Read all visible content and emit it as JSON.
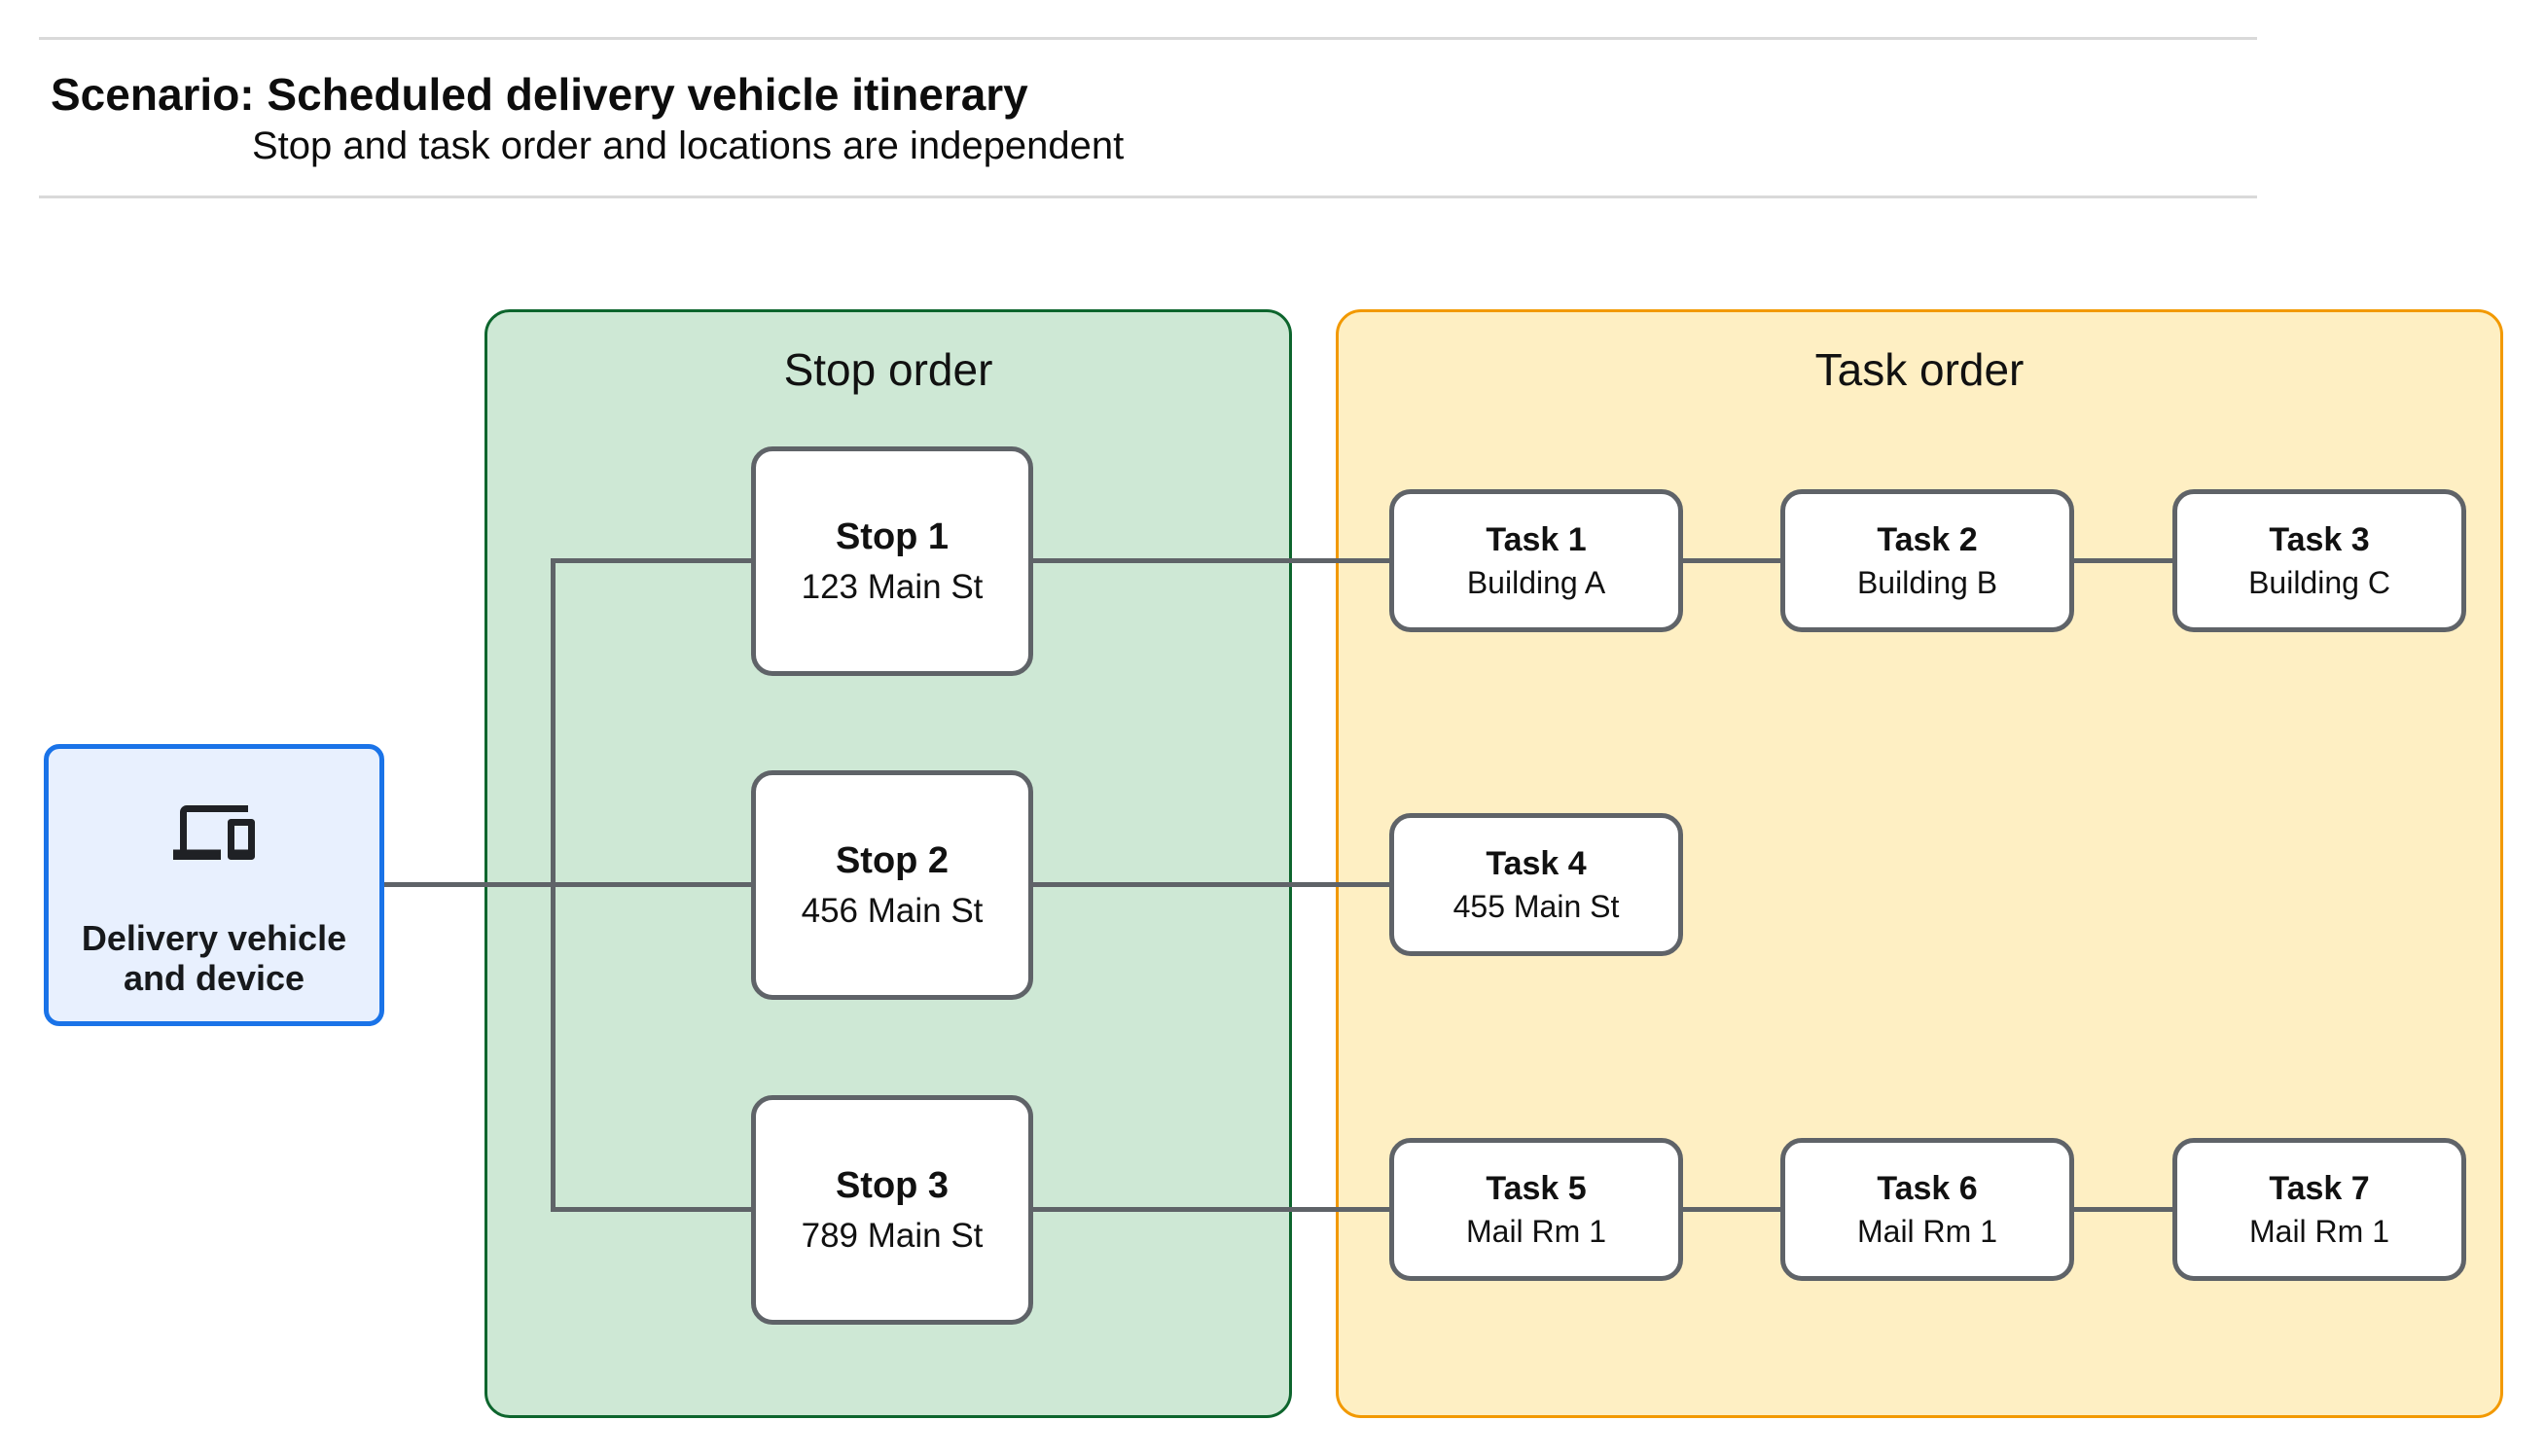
{
  "header": {
    "title": "Scenario: Scheduled delivery vehicle itinerary",
    "subtitle": "Stop and task order and locations are independent"
  },
  "vehicle_node": {
    "icon": "devices-icon",
    "label_line1": "Delivery vehicle",
    "label_line2": "and device"
  },
  "panels": [
    {
      "title": "Stop order",
      "fill": "#cee8d5",
      "border_color": "#0d652d"
    },
    {
      "title": "Task order",
      "fill": "#feefc3",
      "border_color": "#f29900"
    }
  ],
  "stops": [
    {
      "title": "Stop 1",
      "location": "123 Main St"
    },
    {
      "title": "Stop 2",
      "location": "456 Main St"
    },
    {
      "title": "Stop 3",
      "location": "789 Main St"
    }
  ],
  "tasks": [
    {
      "title": "Task 1",
      "location": "Building A"
    },
    {
      "title": "Task 2",
      "location": "Building B"
    },
    {
      "title": "Task 3",
      "location": "Building C"
    },
    {
      "title": "Task 4",
      "location": "455 Main St"
    },
    {
      "title": "Task 5",
      "location": "Mail Rm 1"
    },
    {
      "title": "Task 6",
      "location": "Mail Rm 1"
    },
    {
      "title": "Task 7",
      "location": "Mail Rm 1"
    }
  ],
  "colors": {
    "vehicle_fill": "#e8f0fe",
    "vehicle_border": "#1a73e8",
    "stop_panel_fill": "#cee8d5",
    "stop_panel_border": "#0d652d",
    "task_panel_fill": "#feefc3",
    "task_panel_border": "#f29900",
    "node_border": "#5f6368",
    "connector": "#5f6368",
    "separator": "#d9d9d9",
    "text": "#111111"
  }
}
